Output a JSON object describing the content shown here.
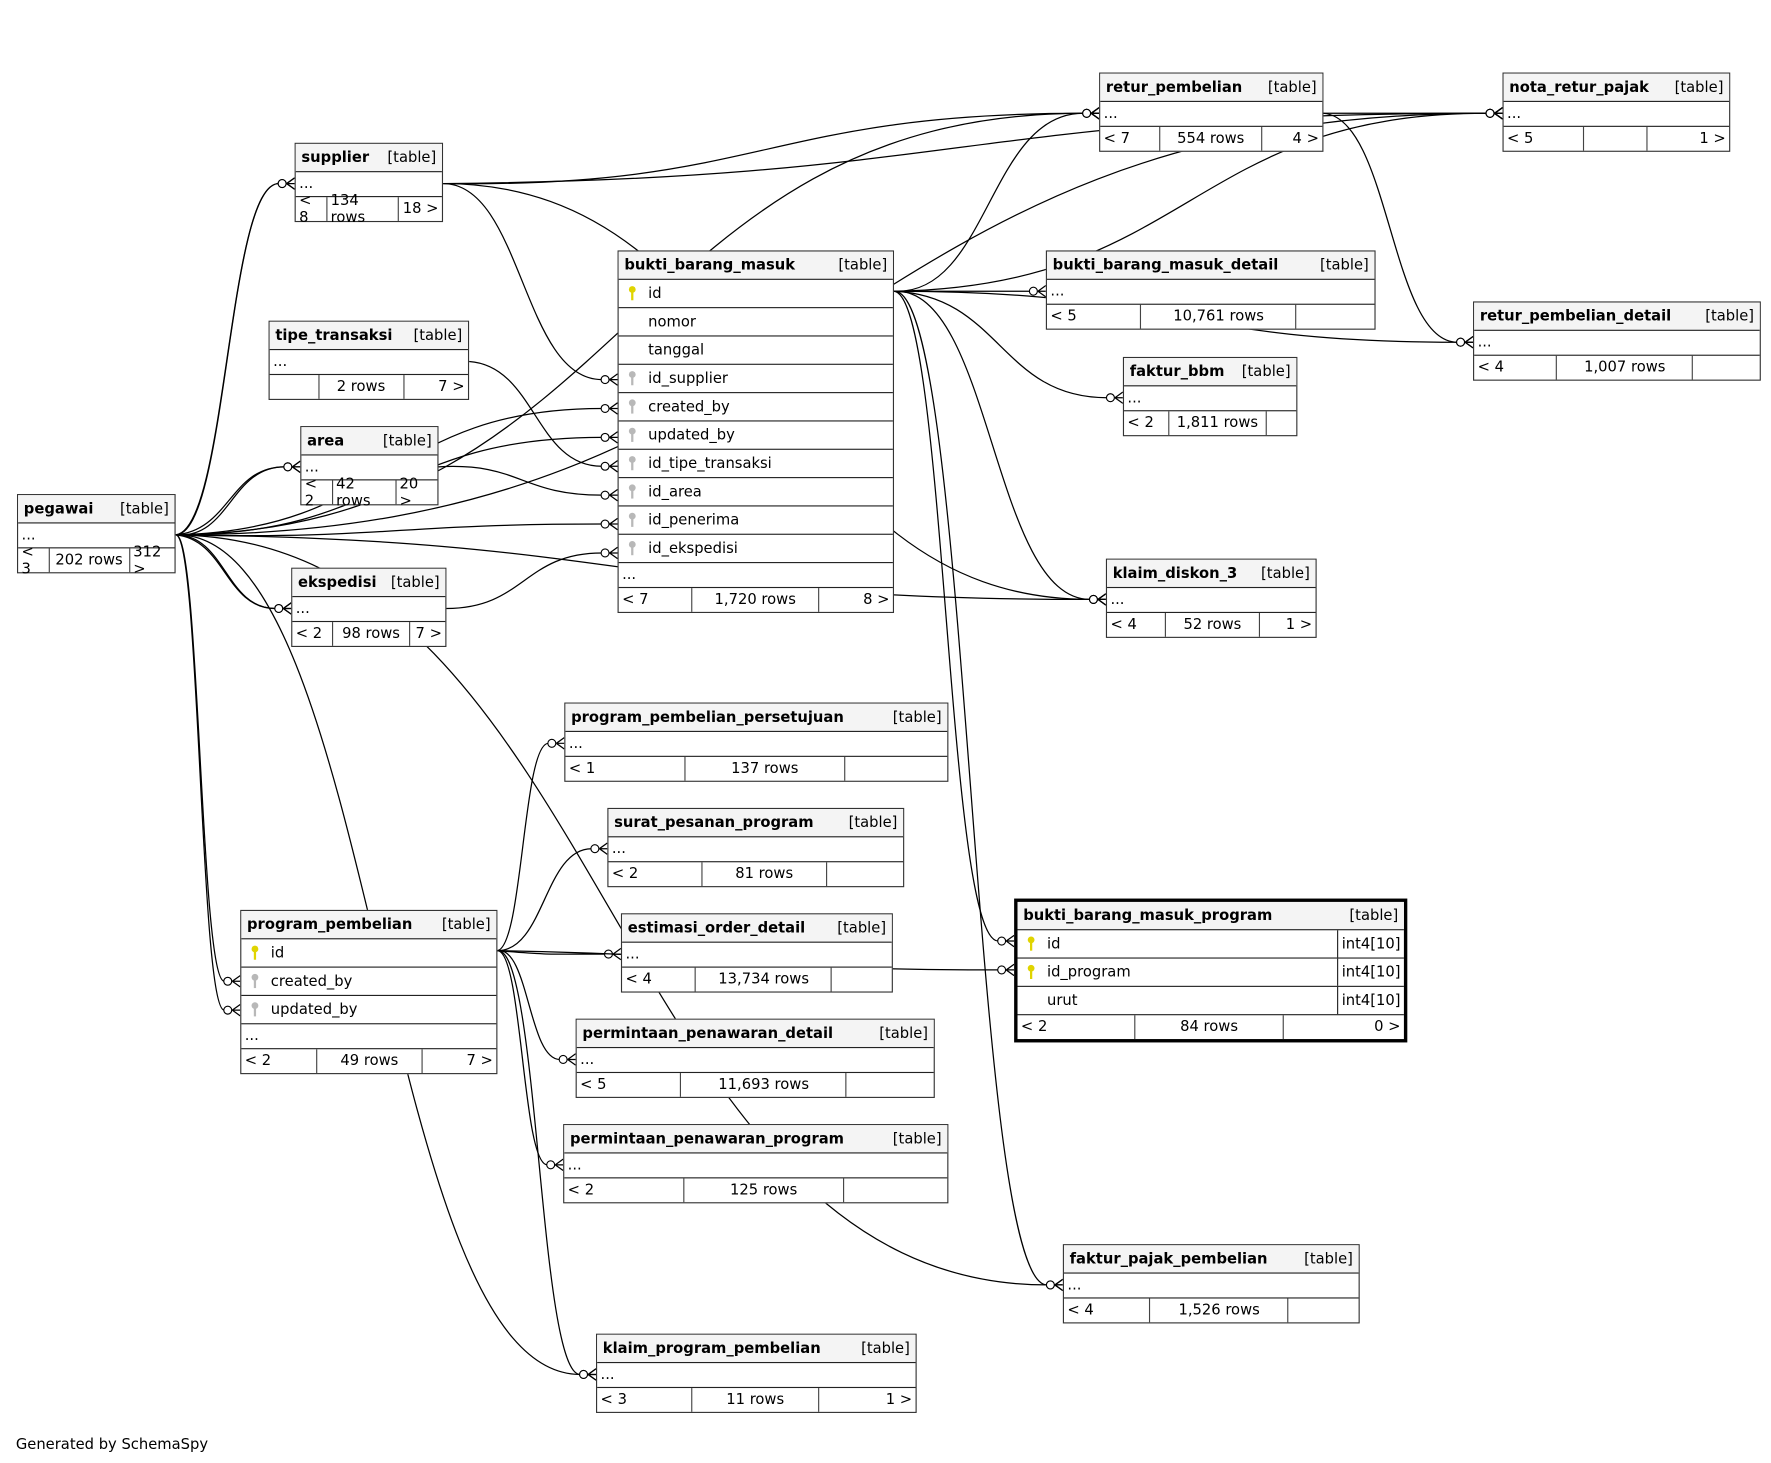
{
  "diagram": {
    "footer": "Generated by SchemaSpy",
    "type_label": "[table]",
    "colors": {
      "pk_key": "#e0d400",
      "fk_key": "#b8b8b8",
      "header_bg": "#f4f4f4",
      "border": "#333333"
    },
    "tables": [
      {
        "id": "pegawai",
        "name": "pegawai",
        "parents": "< 3",
        "rows": "202 rows",
        "children": "312 >"
      },
      {
        "id": "supplier",
        "name": "supplier",
        "parents": "< 8",
        "rows": "134 rows",
        "children": "18 >"
      },
      {
        "id": "tipe_transaksi",
        "name": "tipe_transaksi",
        "parents": "",
        "rows": "2 rows",
        "children": "7 >"
      },
      {
        "id": "area",
        "name": "area",
        "parents": "< 2",
        "rows": "42 rows",
        "children": "20 >"
      },
      {
        "id": "ekspedisi",
        "name": "ekspedisi",
        "parents": "< 2",
        "rows": "98 rows",
        "children": "7 >"
      },
      {
        "id": "bukti_barang_masuk",
        "name": "bukti_barang_masuk",
        "parents": "< 7",
        "rows": "1,720 rows",
        "children": "8 >",
        "columns": [
          {
            "name": "id",
            "key": "pk"
          },
          {
            "name": "nomor",
            "key": ""
          },
          {
            "name": "tanggal",
            "key": ""
          },
          {
            "name": "id_supplier",
            "key": "fk"
          },
          {
            "name": "created_by",
            "key": "fk"
          },
          {
            "name": "updated_by",
            "key": "fk"
          },
          {
            "name": "id_tipe_transaksi",
            "key": "fk"
          },
          {
            "name": "id_area",
            "key": "fk"
          },
          {
            "name": "id_penerima",
            "key": "fk"
          },
          {
            "name": "id_ekspedisi",
            "key": "fk"
          }
        ]
      },
      {
        "id": "retur_pembelian",
        "name": "retur_pembelian",
        "parents": "< 7",
        "rows": "554 rows",
        "children": "4 >"
      },
      {
        "id": "nota_retur_pajak",
        "name": "nota_retur_pajak",
        "parents": "< 5",
        "rows": "",
        "children": "1 >"
      },
      {
        "id": "bukti_barang_masuk_detail",
        "name": "bukti_barang_masuk_detail",
        "parents": "< 5",
        "rows": "10,761 rows",
        "children": ""
      },
      {
        "id": "retur_pembelian_detail",
        "name": "retur_pembelian_detail",
        "parents": "< 4",
        "rows": "1,007 rows",
        "children": ""
      },
      {
        "id": "faktur_bbm",
        "name": "faktur_bbm",
        "parents": "< 2",
        "rows": "1,811 rows",
        "children": ""
      },
      {
        "id": "klaim_diskon_3",
        "name": "klaim_diskon_3",
        "parents": "< 4",
        "rows": "52 rows",
        "children": "1 >"
      },
      {
        "id": "program_pembelian_persetujuan",
        "name": "program_pembelian_persetujuan",
        "parents": "< 1",
        "rows": "137 rows",
        "children": ""
      },
      {
        "id": "surat_pesanan_program",
        "name": "surat_pesanan_program",
        "parents": "< 2",
        "rows": "81 rows",
        "children": ""
      },
      {
        "id": "estimasi_order_detail",
        "name": "estimasi_order_detail",
        "parents": "< 4",
        "rows": "13,734 rows",
        "children": ""
      },
      {
        "id": "program_pembelian",
        "name": "program_pembelian",
        "parents": "< 2",
        "rows": "49 rows",
        "children": "7 >",
        "columns": [
          {
            "name": "id",
            "key": "pk"
          },
          {
            "name": "created_by",
            "key": "fk"
          },
          {
            "name": "updated_by",
            "key": "fk"
          }
        ]
      },
      {
        "id": "permintaan_penawaran_detail",
        "name": "permintaan_penawaran_detail",
        "parents": "< 5",
        "rows": "11,693 rows",
        "children": ""
      },
      {
        "id": "permintaan_penawaran_program",
        "name": "permintaan_penawaran_program",
        "parents": "< 2",
        "rows": "125 rows",
        "children": ""
      },
      {
        "id": "bukti_barang_masuk_program",
        "name": "bukti_barang_masuk_program",
        "parents": "< 2",
        "rows": "84 rows",
        "children": "0 >",
        "columns": [
          {
            "name": "id",
            "key": "pk",
            "type": "int4[10]"
          },
          {
            "name": "id_program",
            "key": "pk",
            "type": "int4[10]"
          },
          {
            "name": "urut",
            "key": "",
            "type": "int4[10]"
          }
        ]
      },
      {
        "id": "faktur_pajak_pembelian",
        "name": "faktur_pajak_pembelian",
        "parents": "< 4",
        "rows": "1,526 rows",
        "children": ""
      },
      {
        "id": "klaim_program_pembelian",
        "name": "klaim_program_pembelian",
        "parents": "< 3",
        "rows": "11 rows",
        "children": "1 >"
      }
    ],
    "relationships": [
      {
        "from": "pegawai",
        "to": "supplier"
      },
      {
        "from": "pegawai",
        "to": "supplier"
      },
      {
        "from": "pegawai",
        "to": "area"
      },
      {
        "from": "pegawai",
        "to": "area"
      },
      {
        "from": "pegawai",
        "to": "ekspedisi"
      },
      {
        "from": "pegawai",
        "to": "ekspedisi"
      },
      {
        "from": "pegawai",
        "to": "bukti_barang_masuk.created_by"
      },
      {
        "from": "pegawai",
        "to": "bukti_barang_masuk.updated_by"
      },
      {
        "from": "pegawai",
        "to": "bukti_barang_masuk.id_penerima"
      },
      {
        "from": "pegawai",
        "to": "retur_pembelian"
      },
      {
        "from": "pegawai",
        "to": "nota_retur_pajak"
      },
      {
        "from": "pegawai",
        "to": "klaim_diskon_3"
      },
      {
        "from": "pegawai",
        "to": "program_pembelian.created_by"
      },
      {
        "from": "pegawai",
        "to": "program_pembelian.updated_by"
      },
      {
        "from": "pegawai",
        "to": "faktur_pajak_pembelian"
      },
      {
        "from": "pegawai",
        "to": "klaim_program_pembelian"
      },
      {
        "from": "supplier",
        "to": "bukti_barang_masuk.id_supplier"
      },
      {
        "from": "supplier",
        "to": "retur_pembelian"
      },
      {
        "from": "supplier",
        "to": "nota_retur_pajak"
      },
      {
        "from": "supplier",
        "to": "klaim_diskon_3"
      },
      {
        "from": "tipe_transaksi",
        "to": "bukti_barang_masuk.id_tipe_transaksi"
      },
      {
        "from": "area",
        "to": "bukti_barang_masuk.id_area"
      },
      {
        "from": "ekspedisi",
        "to": "bukti_barang_masuk.id_ekspedisi"
      },
      {
        "from": "bukti_barang_masuk",
        "to": "retur_pembelian"
      },
      {
        "from": "bukti_barang_masuk",
        "to": "nota_retur_pajak"
      },
      {
        "from": "bukti_barang_masuk",
        "to": "bukti_barang_masuk_detail"
      },
      {
        "from": "bukti_barang_masuk",
        "to": "faktur_bbm"
      },
      {
        "from": "bukti_barang_masuk",
        "to": "klaim_diskon_3"
      },
      {
        "from": "bukti_barang_masuk",
        "to": "retur_pembelian_detail"
      },
      {
        "from": "bukti_barang_masuk",
        "to": "bukti_barang_masuk_program.id"
      },
      {
        "from": "bukti_barang_masuk",
        "to": "faktur_pajak_pembelian"
      },
      {
        "from": "retur_pembelian",
        "to": "nota_retur_pajak"
      },
      {
        "from": "retur_pembelian",
        "to": "retur_pembelian_detail"
      },
      {
        "from": "program_pembelian",
        "to": "program_pembelian_persetujuan"
      },
      {
        "from": "program_pembelian",
        "to": "surat_pesanan_program"
      },
      {
        "from": "program_pembelian",
        "to": "estimasi_order_detail"
      },
      {
        "from": "program_pembelian",
        "to": "permintaan_penawaran_detail"
      },
      {
        "from": "program_pembelian",
        "to": "permintaan_penawaran_program"
      },
      {
        "from": "program_pembelian",
        "to": "bukti_barang_masuk_program.id_program"
      },
      {
        "from": "program_pembelian",
        "to": "klaim_program_pembelian"
      }
    ]
  }
}
